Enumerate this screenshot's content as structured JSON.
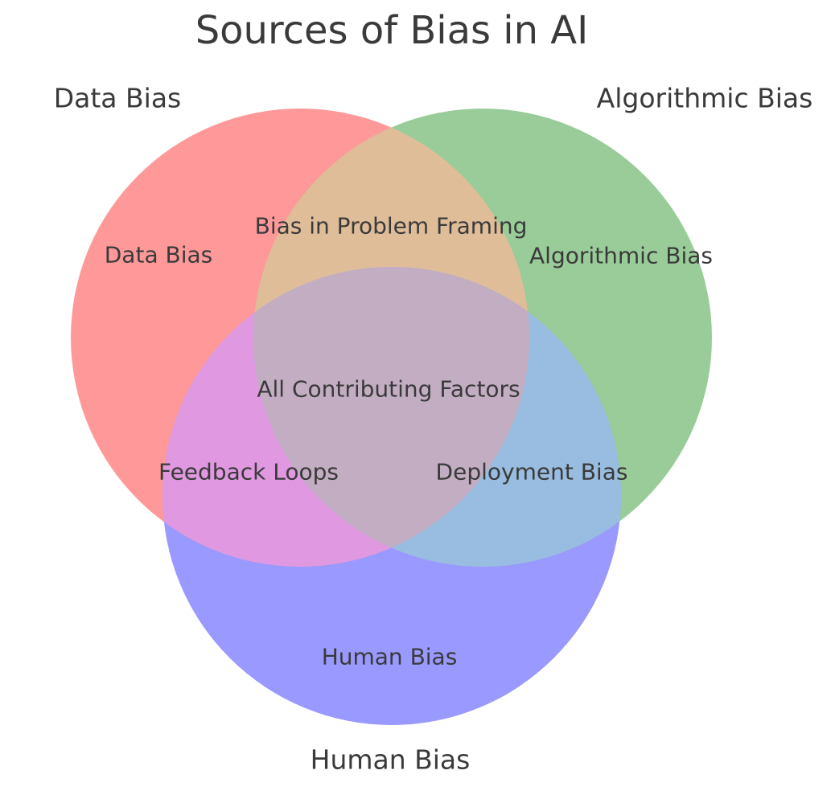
{
  "figure": {
    "title": "Sources of Bias in AI",
    "background_color": "#ffffff",
    "text_color": "#3a3a3a"
  },
  "venn": {
    "type": "venn3",
    "sets": [
      {
        "id": "data-bias",
        "outer_label": "Data Bias",
        "region_label": "Data Bias",
        "color": "#ff9999"
      },
      {
        "id": "algorithmic-bias",
        "outer_label": "Algorithmic Bias",
        "region_label": "Algorithmic Bias",
        "color": "#99cc99"
      },
      {
        "id": "human-bias",
        "outer_label": "Human Bias",
        "region_label": "Human Bias",
        "color": "#9999ff"
      }
    ],
    "intersections": [
      {
        "id": "data-algorithmic",
        "sets": [
          "Data Bias",
          "Algorithmic Bias"
        ],
        "label": "Bias in Problem Framing",
        "color": "#e0bd99"
      },
      {
        "id": "data-human",
        "sets": [
          "Data Bias",
          "Human Bias"
        ],
        "label": "Feedback Loops",
        "color": "#e099e0"
      },
      {
        "id": "algorithmic-human",
        "sets": [
          "Algorithmic Bias",
          "Human Bias"
        ],
        "label": "Deployment Bias",
        "color": "#99bde0"
      },
      {
        "id": "all-three",
        "sets": [
          "Data Bias",
          "Algorithmic Bias",
          "Human Bias"
        ],
        "label": "All Contributing Factors",
        "color": "#c2adc2"
      }
    ]
  }
}
